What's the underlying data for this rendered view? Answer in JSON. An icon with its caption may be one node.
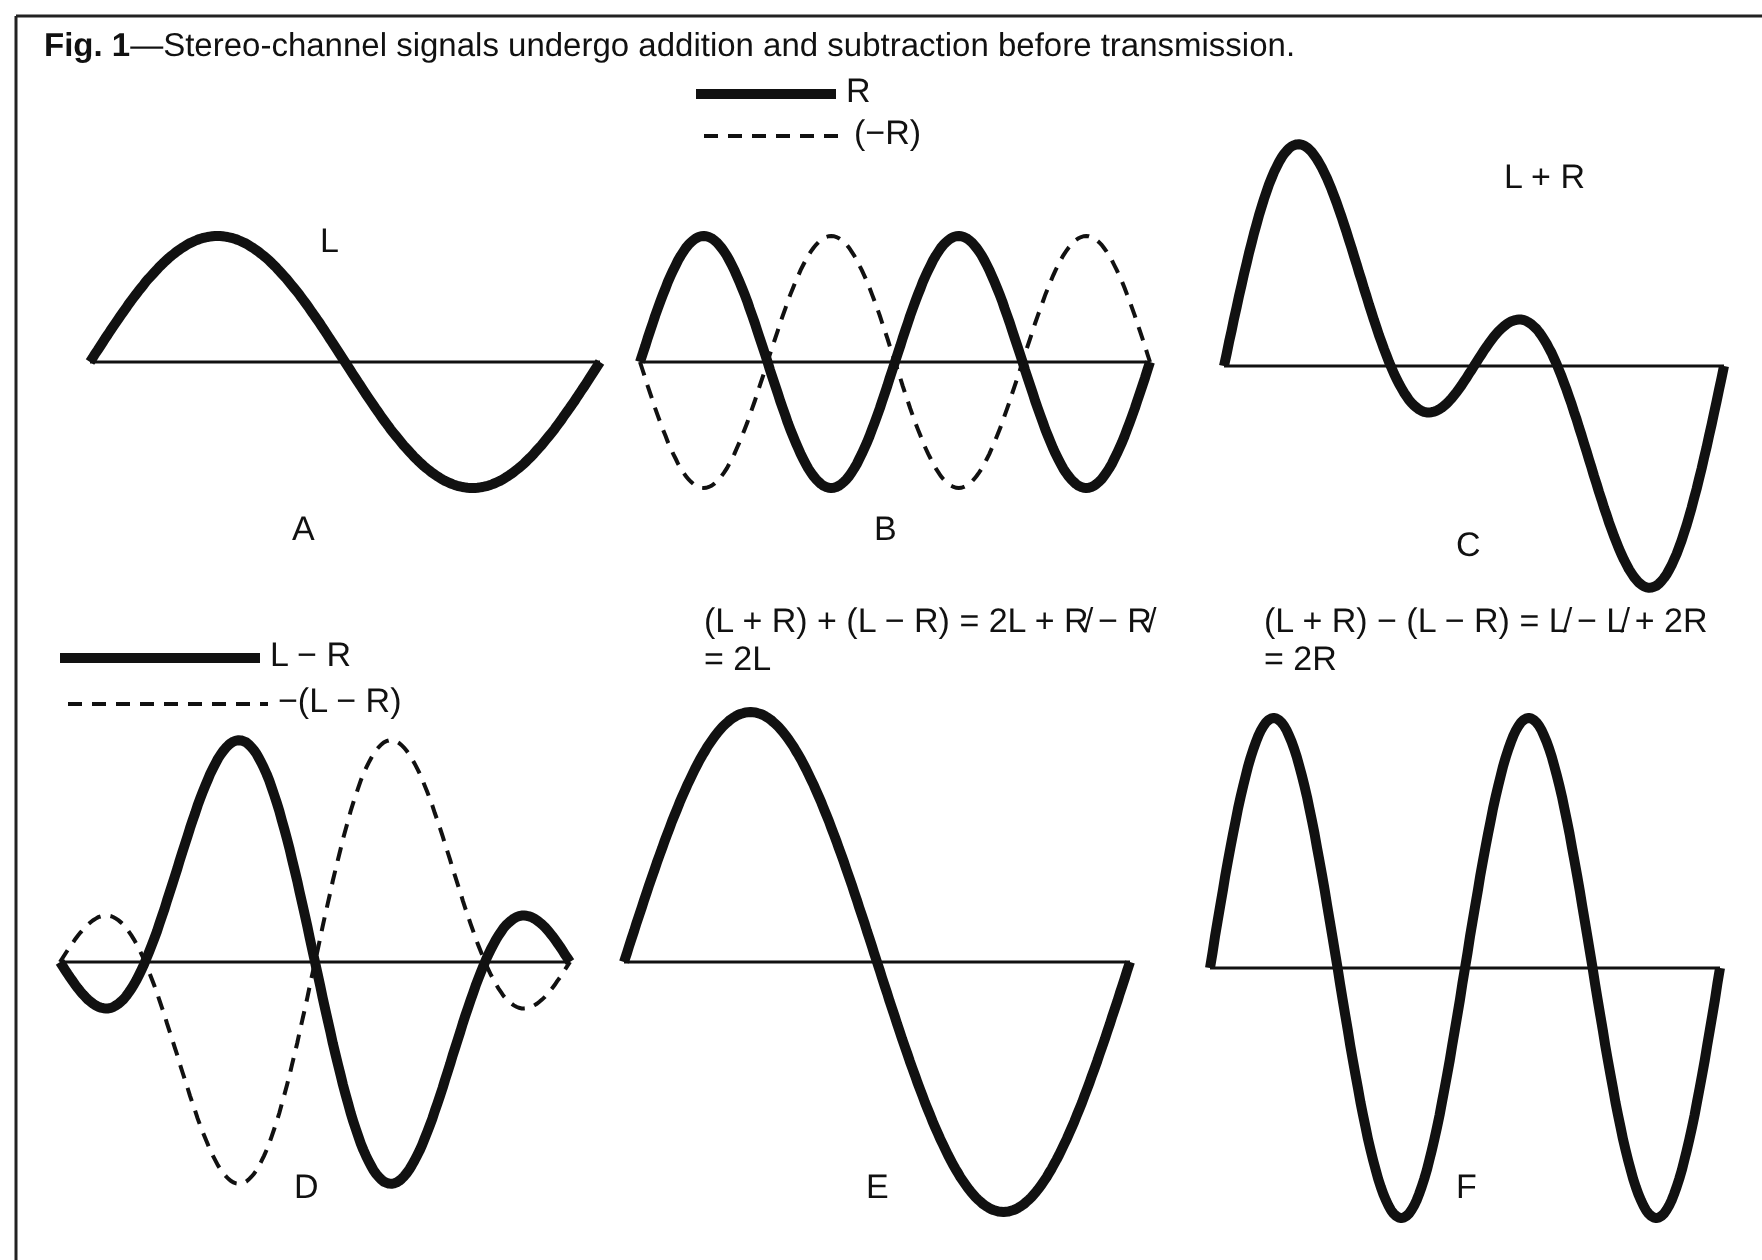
{
  "diagram": {
    "title": "**Fig. 1**—Stereo-channel signals undergo addition and subtraction before transmission.",
    "labels": [
      "L",
      "A",
      "B",
      "L + R",
      "C",
      "D",
      "(L + R) + (L − R) = 2L + R̸ − R̸ = 2L",
      "E",
      "(L + R) − (L − R) = L̸ − L̸ + 2R = 2R",
      "F"
    ],
    "legend": [
      {
        "text": "R"
      },
      {
        "text": "(−R)"
      },
      {
        "text": "L − R"
      },
      {
        "text": "−(L − R)"
      }
    ]
  }
}
